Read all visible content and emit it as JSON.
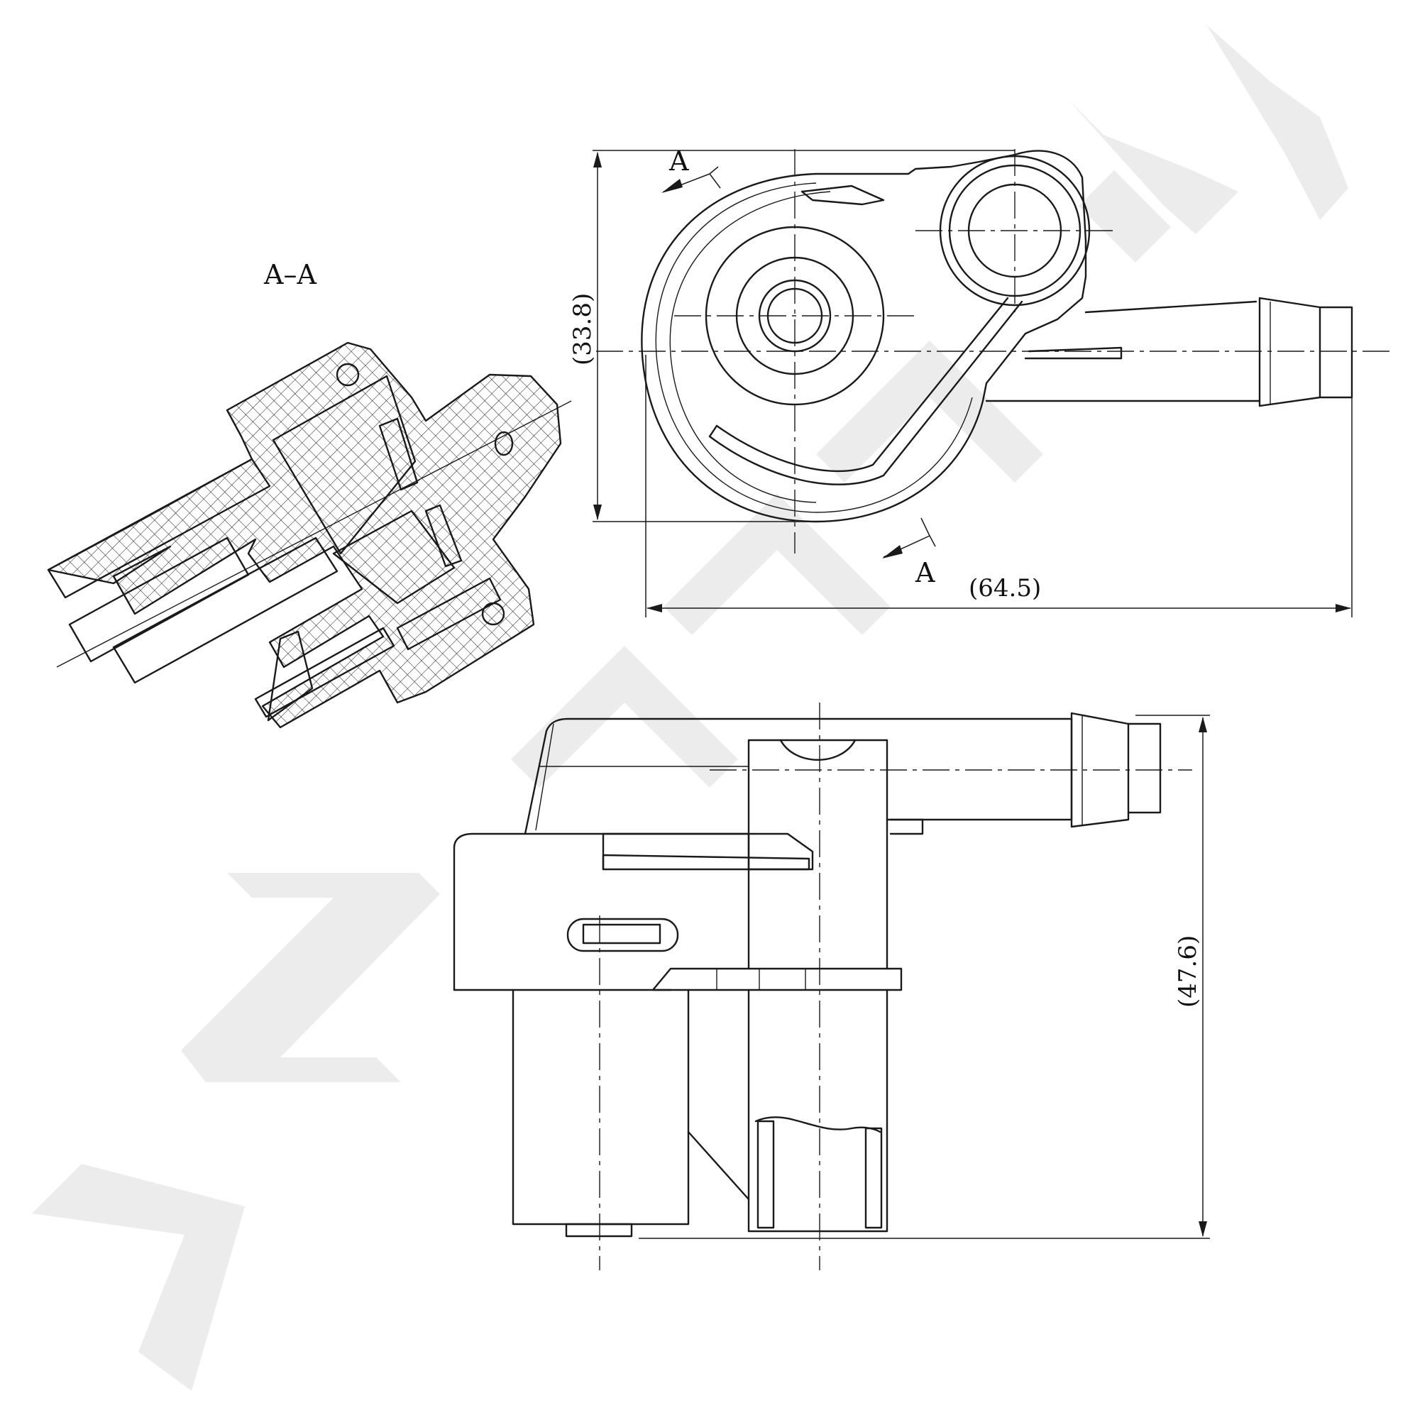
{
  "section_label": "A–A",
  "section_marks": [
    "A",
    "A"
  ],
  "dimensions": {
    "height_top": "(33.8)",
    "width_total": "(64.5)",
    "height_side": "(47.6)"
  },
  "watermark": "ZENNEK",
  "colors": {
    "line": "#1a1a1a",
    "watermark": "#ececec",
    "background": "#ffffff"
  }
}
